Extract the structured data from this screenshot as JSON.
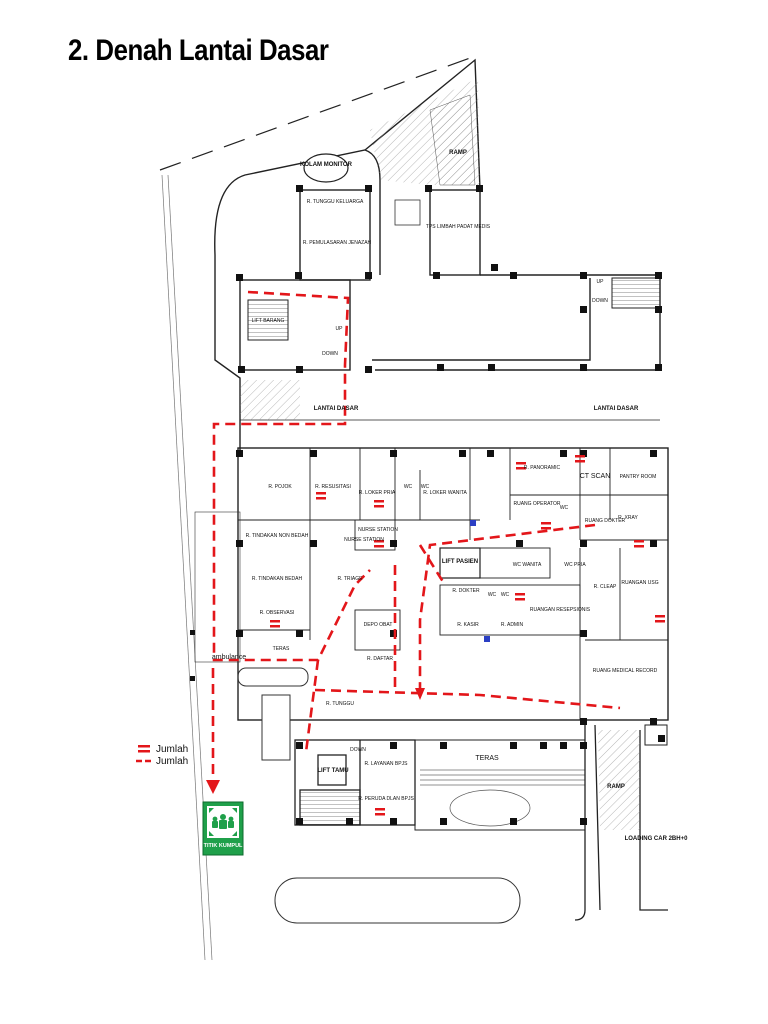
{
  "title": "2. Denah Lantai Dasar",
  "legend": [
    {
      "label": "Jumlah",
      "symbol": "double-line",
      "color": "#e3161a"
    },
    {
      "label": "Jumlah",
      "symbol": "dashed-line",
      "color": "#e3161a"
    }
  ],
  "assembly_sign": {
    "text": "TITIK KUMPUL",
    "icon": "assembly-point-icon",
    "color": "#1fa04a"
  },
  "rooms": {
    "kolam_monitor": "KOLAM MONITOR",
    "ramp_top": "RAMP",
    "r_tunggu_keluarga": "R. TUNGGU KELUARGA",
    "r_pemulasaran": "R. PEMULASARAN JENAZAH",
    "tps": "TPS LIMBAH PADAT MEDIS",
    "lift_barang": "LIFT BARANG",
    "up1": "UP",
    "down1": "DOWN",
    "up_right": "UP",
    "down_right": "DOWN",
    "lantai_dasar_left": "LANTAI DASAR",
    "lantai_dasar_right": "LANTAI DASAR",
    "r_panoramic": "R. PANORAMIC",
    "ct_scan": "CT SCAN",
    "pantry_room": "PANTRY ROOM",
    "r_pojok": "R. POJOK",
    "r_resusitasi": "R. RESUSITASI",
    "r_loker_pria": "R. LOKER PRIA",
    "wc1": "WC",
    "wc2": "WC",
    "r_loker_wanita": "R. LOKER WANITA",
    "ruang_operator": "RUANG OPERATOR",
    "wc3": "WC",
    "ruang_dokter": "RUANG DOKTER",
    "r_xray": "R. XRAY",
    "r_tindakan_non_bedah": "R. TINDAKAN NON BEDAH",
    "nurse_station": "NURSE STATION",
    "nurse_station2": "NURSE STATION",
    "lift_pasien": "LIFT PASIEN",
    "wc_wanita": "WC WANITA",
    "wc_pria": "WC PRIA",
    "r_cleap": "R. CLEAP",
    "ruangan_usg": "RUANGAN USG",
    "r_tindakan_bedah": "R. TINDAKAN BEDAH",
    "r_triage": "R. TRIAGE",
    "r_dokter": "R. DOKTER",
    "wc4": "WC",
    "wc5": "WC",
    "ruangan_resepsionis": "RUANGAN RESEPSIONIS",
    "r_observasi": "R. OBSERVASI",
    "depo_obat": "DEPO OBAT",
    "r_kasir": "R. KASIR",
    "r_admin": "R. ADMIN",
    "r_daftar": "R. DAFTAR",
    "ruang_medical_record": "RUANG MEDICAL RECORD",
    "teras_left": "TERAS",
    "ambulance": "ambulance",
    "r_tunggu": "R. TUNGGU",
    "down2": "DOWN",
    "lift_tamu": "LIFT TAMU",
    "r_layanan_bpjs": "R. LAYANAN BPJS",
    "r_peruda_dlan_bpjs": "R. PERUDA DLAN BPJS",
    "teras": "TERAS",
    "ramp_bottom": "RAMP",
    "loading": "LOADING CAR 2BH+0"
  }
}
